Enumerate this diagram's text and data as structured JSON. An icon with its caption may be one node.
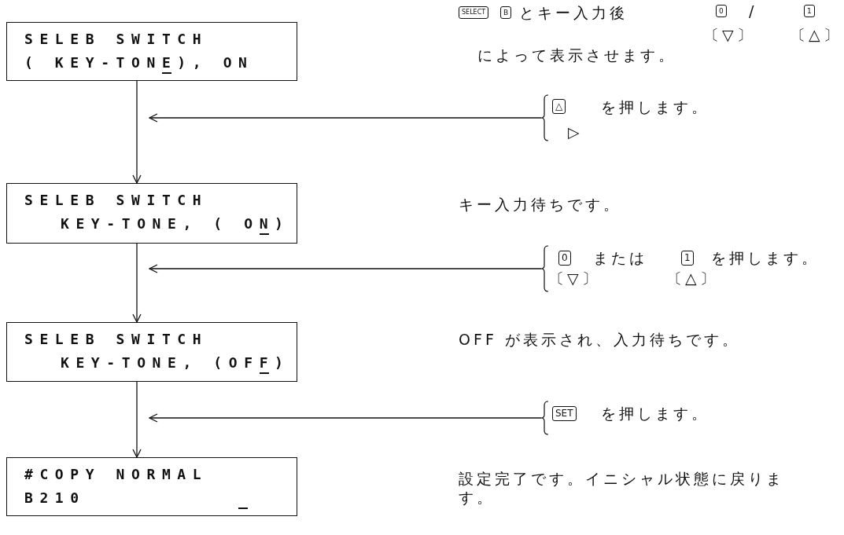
{
  "diagram": {
    "nodes": [
      {
        "text": [
          "SELEB SWITCH",
          "( KEY-TONE), ON"
        ]
      },
      {
        "text": [
          "SELEB SWITCH",
          "KEY-TONE, ( ON)"
        ]
      },
      {
        "text": [
          "SELEB SWITCH",
          "KEY-TONE, (OFF)"
        ]
      },
      {
        "text": [
          "#COPY NORMAL",
          "B210"
        ]
      },
      {
        "text": [
          "△",
          "▷",
          "を押します。"
        ]
      },
      {
        "text": [
          "0",
          "〔▽〕",
          "または",
          "1",
          "〔△〕",
          "を押します。"
        ]
      },
      {
        "text": [
          "SET",
          "を押します。"
        ]
      }
    ],
    "edges": [
      {
        "from": 0,
        "to": 1,
        "arrow": "to"
      },
      {
        "from": 1,
        "to": 2,
        "arrow": "to"
      },
      {
        "from": 2,
        "to": 3,
        "arrow": "to"
      },
      {
        "from": 4,
        "to": null,
        "arrow": "to"
      },
      {
        "from": 5,
        "to": null,
        "arrow": "to"
      },
      {
        "from": 6,
        "to": null,
        "arrow": "to"
      }
    ],
    "labels": [
      "SELECT",
      "B",
      "とキー入力後",
      "0",
      "/",
      "1",
      "〔▽〕",
      "〔△〕",
      "によって表示させます。",
      "キー入力待ちです。",
      "OFF が表示され、入力待ちです。",
      "設定完了です。イニシャル状態に戻ります。"
    ]
  }
}
